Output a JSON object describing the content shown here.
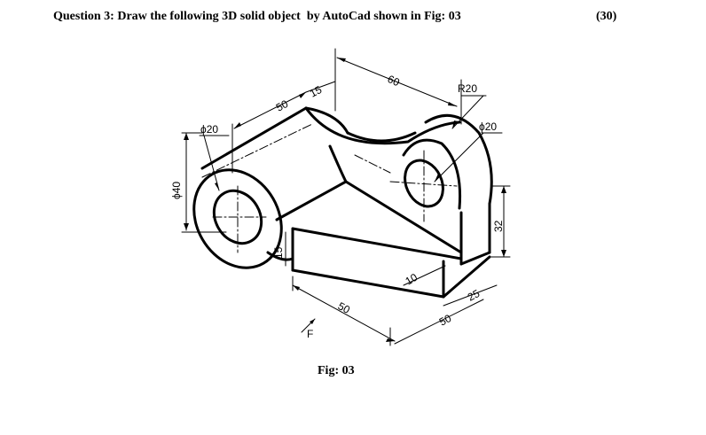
{
  "header": {
    "question": "Question 3: Draw the following 3D solid object  by AutoCad shown in Fig: 03",
    "marks": "(30)"
  },
  "figure": {
    "caption": "Fig: 03",
    "dimensions": {
      "d60": "60",
      "d50_top": "50",
      "d15_top": "15",
      "r20": "R20",
      "phi20_left": "ϕ20",
      "phi20_right": "ϕ20",
      "phi40": "ϕ40",
      "d15_side": "15",
      "d32": "32",
      "d10": "10",
      "d25": "25",
      "d50_bottom_left": "50",
      "d50_bottom_right": "50",
      "view_label": "F"
    }
  }
}
